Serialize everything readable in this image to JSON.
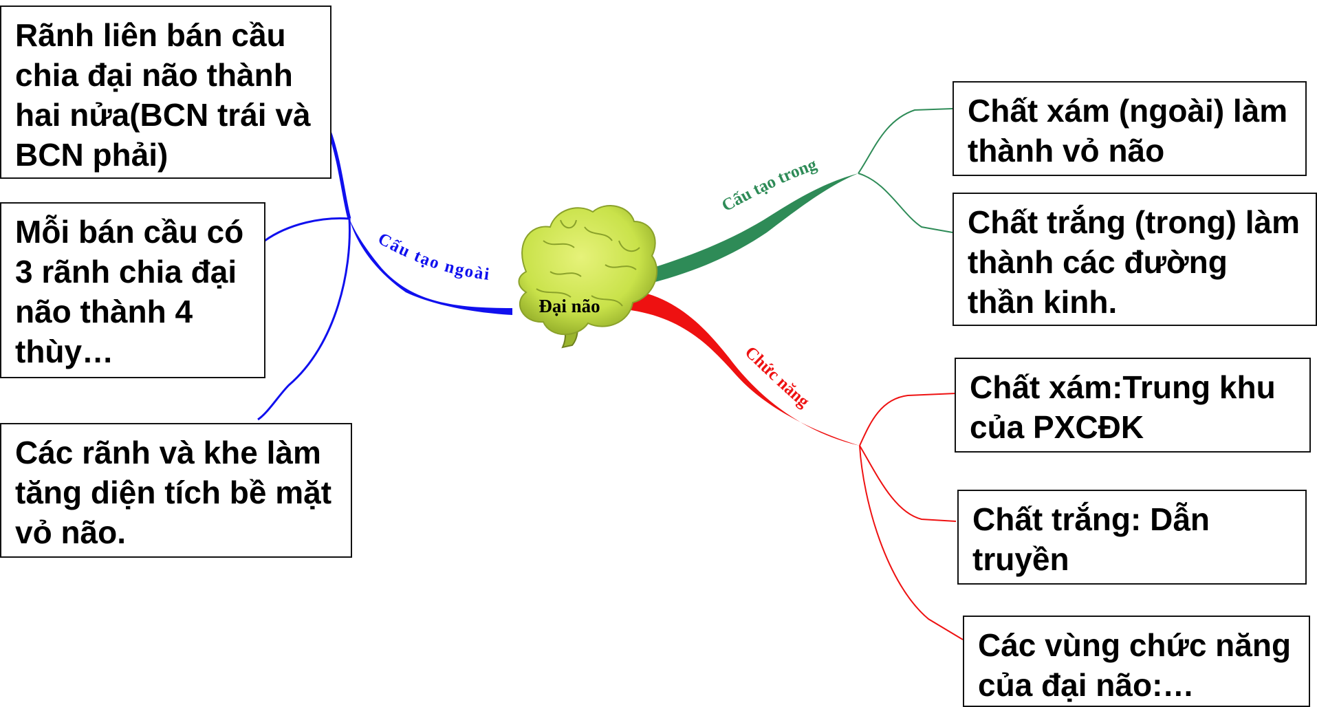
{
  "center": {
    "label": "Đại não",
    "icon": "brain-icon"
  },
  "colors": {
    "outer_branch": "#1010ee",
    "inner_branch": "#2e8b57",
    "function_branch": "#ee1111",
    "brain": "#c9e24a",
    "box_border": "#111111"
  },
  "branches": {
    "outer": {
      "label": "Cấu tạo ngoài",
      "nodes": [
        "Rãnh liên bán cầu chia đại não thành hai nửa(BCN trái và BCN phải)",
        "Mỗi bán cầu có 3 rãnh chia đại não thành 4 thùy…",
        "Các rãnh và khe làm tăng diện tích bề mặt vỏ não."
      ]
    },
    "inner": {
      "label": "Cấu tạo trong",
      "nodes": [
        "Chất xám (ngoài) làm thành vỏ não",
        "Chất trắng (trong) làm thành các đường thần kinh."
      ]
    },
    "function": {
      "label": "Chức năng",
      "nodes": [
        "Chất xám:Trung khu của PXCĐK",
        " Chất trắng: Dẫn truyền",
        " Các vùng chức năng của đại não:…"
      ]
    }
  }
}
